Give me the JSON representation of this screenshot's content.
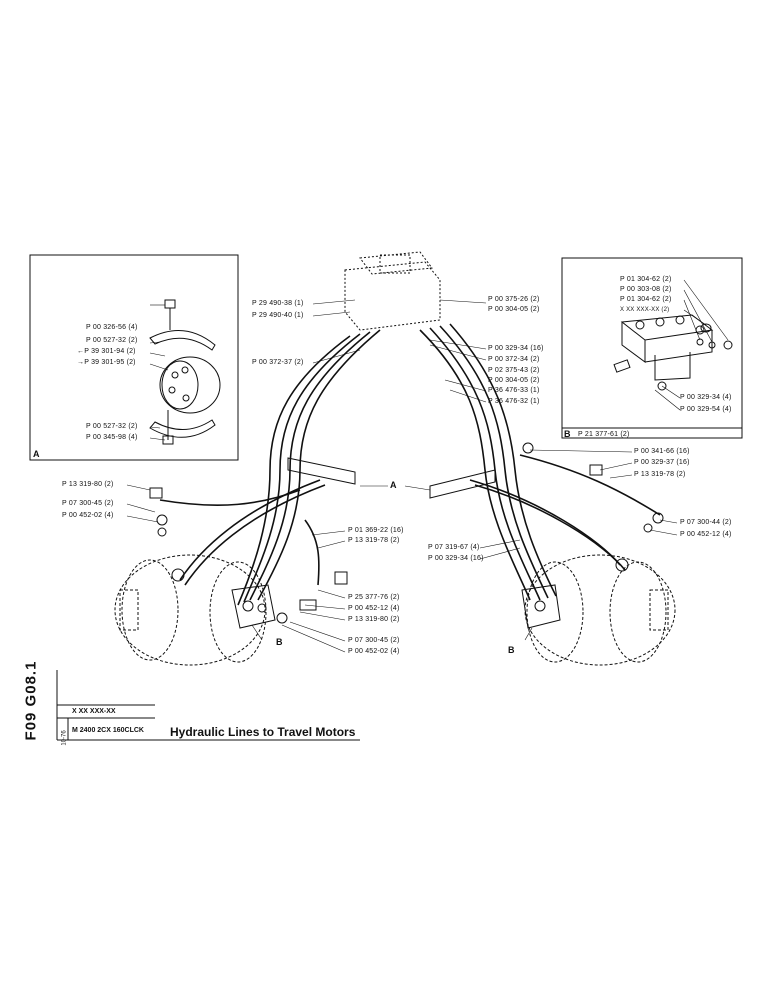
{
  "document": {
    "title": "Hydraulic Lines to Travel Motors",
    "sheet_id": "F09 G08.1",
    "date_code": "10-76",
    "serial_placeholder": "X XX XXX-XX",
    "model": "M 2400 2CX 160CLCK"
  },
  "detail_a": {
    "letter": "A",
    "labels": [
      "P 00 326-56 (4)",
      "P 00 527-32 (2)",
      "P 39 301-94 (2)",
      "P 39 301-95 (2)",
      "P 00 527-32 (2)",
      "P 00 345-98 (4)"
    ]
  },
  "detail_b": {
    "letter": "B",
    "part": "P 21 377-61 (2)",
    "labels": [
      "P 01 304-62 (2)",
      "P 00 303-08 (2)",
      "P 01 304-62 (2)",
      "X XX XXX-XX (2)",
      "P 00 329-34 (4)",
      "P 00 329-54 (4)"
    ]
  },
  "callouts": {
    "top_left": [
      "P 29 490-38 (1)",
      "P 29 490-40 (1)",
      "P 00 372-37 (2)"
    ],
    "top_right": [
      "P 00 375-26 (2)",
      "P 00 304-05 (2)",
      "P 00 329-34 (16)",
      "P 00 372-34 (2)",
      "P 02 375-43 (2)",
      "P 00 304-05 (2)",
      "P 36 476-33 (1)",
      "P 36 476-32 (1)"
    ],
    "left": [
      "P 13 319-80 (2)",
      "P 07 300-45 (2)",
      "P 00 452-02 (4)"
    ],
    "center_left": [
      "P 01 369-22 (16)",
      "P 13 319-78 (2)",
      "P 25 377-76 (2)",
      "P 00 452-12 (4)",
      "P 13 319-80 (2)",
      "P 07 300-45 (2)",
      "P 00 452-02 (4)"
    ],
    "right": [
      "P 00 341-66 (16)",
      "P 00 329-37 (16)",
      "P 13 319-78 (2)",
      "P 07 300-44 (2)",
      "P 00 452-12 (4)"
    ],
    "center_right": [
      "P 07 319-67 (4)",
      "P 00 329-34 (16)"
    ],
    "markers": {
      "a": "A",
      "b_left": "B",
      "b_right": "B"
    }
  }
}
